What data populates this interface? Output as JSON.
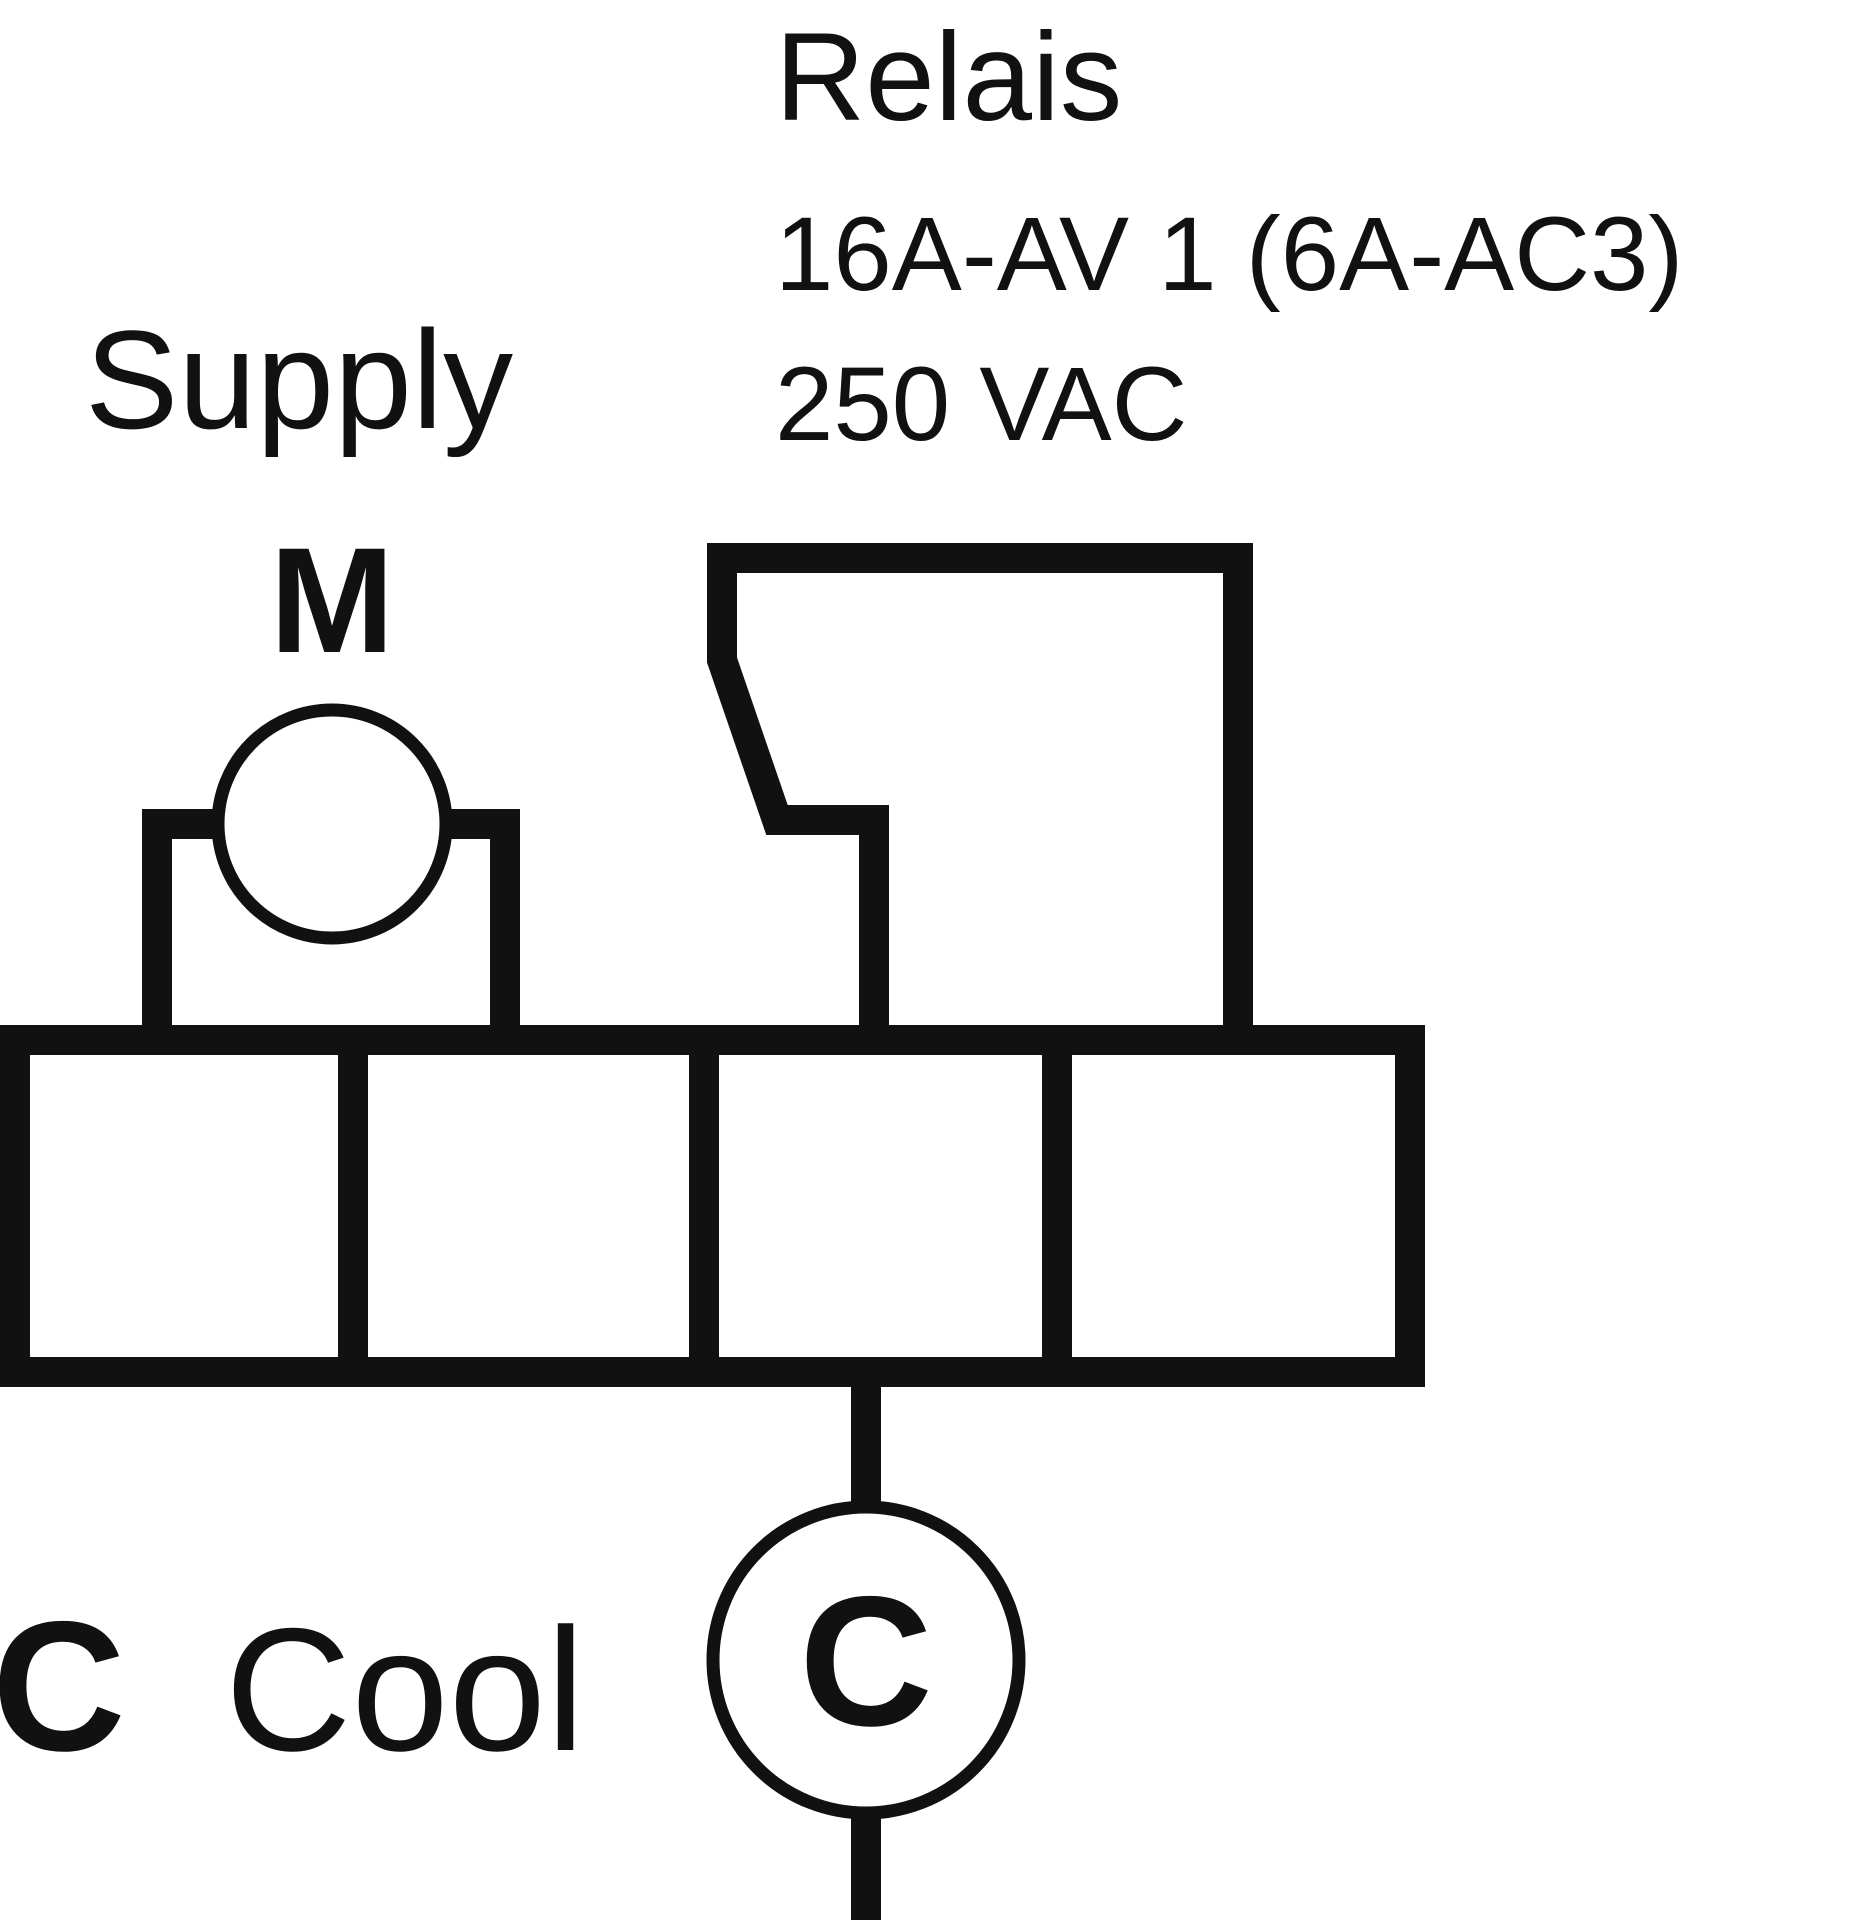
{
  "relay": {
    "title": "Relais",
    "rating_line1": "16A-AV 1 (6A-AC3)",
    "rating_line2": "250 VAC"
  },
  "supply": {
    "label": "Supply",
    "symbol": "M"
  },
  "cool": {
    "prefix": "C",
    "label": "Cool",
    "symbol": "C"
  },
  "terminal_count": 4,
  "colors": {
    "line": "#111111",
    "background": "#ffffff"
  }
}
